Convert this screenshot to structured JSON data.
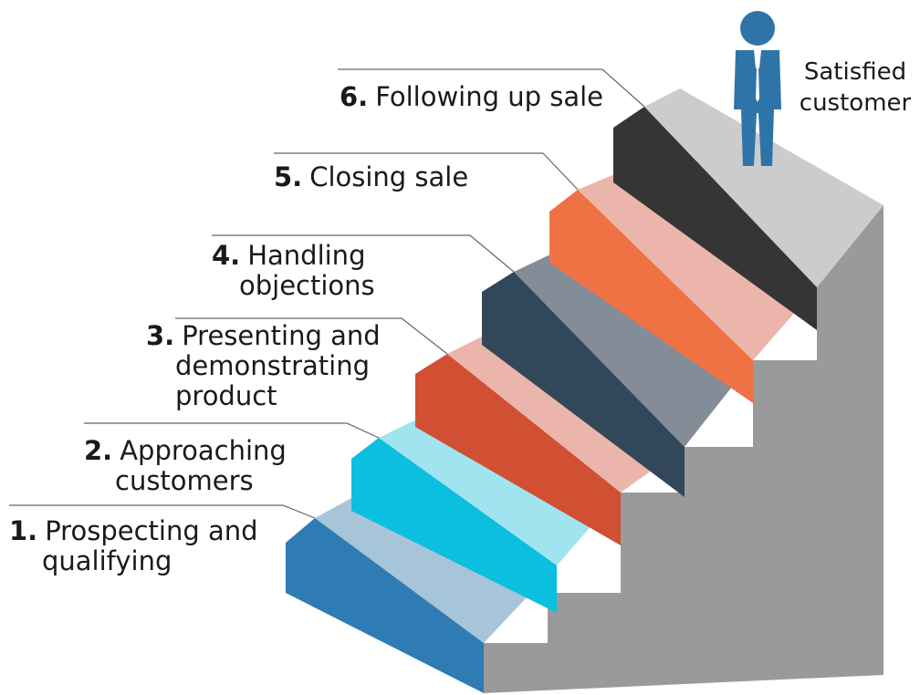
{
  "steps": [
    {
      "number": "1.",
      "lines": [
        "Prospecting and",
        "qualifying"
      ],
      "top_color": "#a7c5d8",
      "riser_color": "#2e7cb3"
    },
    {
      "number": "2.",
      "lines": [
        "Approaching",
        "customers"
      ],
      "top_color": "#a0e4ef",
      "riser_color": "#0dbfde"
    },
    {
      "number": "3.",
      "lines": [
        "Presenting and",
        "demonstrating",
        "product"
      ],
      "top_color": "#ebb5ab",
      "riser_color": "#d14f33"
    },
    {
      "number": "4.",
      "lines": [
        "Handling",
        "objections"
      ],
      "top_color": "#828d98",
      "riser_color": "#33475b"
    },
    {
      "number": "5.",
      "lines": [
        "Closing sale"
      ],
      "top_color": "#ebb5ab",
      "riser_color": "#ee7244"
    },
    {
      "number": "6.",
      "lines": [
        "Following up sale"
      ],
      "top_color": "#cccccc",
      "riser_color": "#353535"
    }
  ],
  "goal": {
    "lines": [
      "Satisfied",
      "customer"
    ],
    "figure_color": "#2f74a8"
  },
  "colors": {
    "side_wall": "#9a9a9a",
    "leader_line": "#666666",
    "text": "#1a1a1a"
  }
}
